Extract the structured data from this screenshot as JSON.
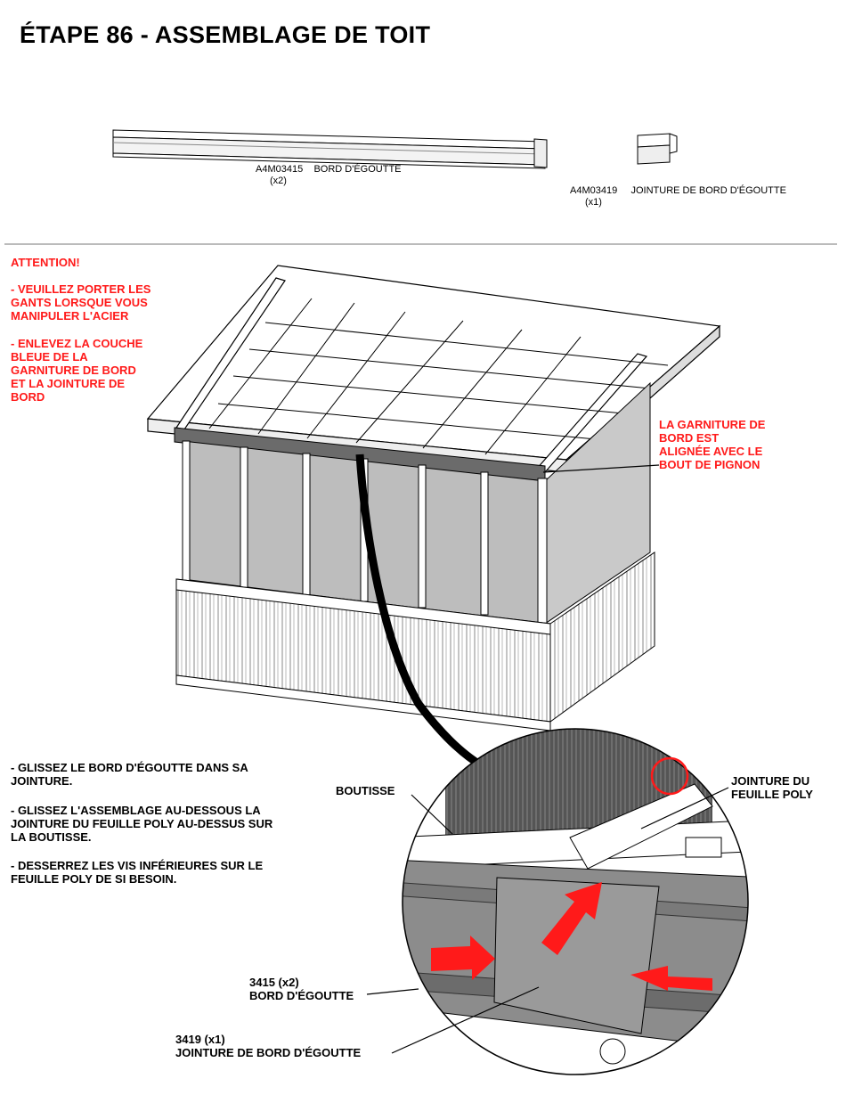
{
  "page": {
    "title": "ÉTAPE 86 - ASSEMBLAGE DE TOIT"
  },
  "parts": [
    {
      "code": "A4M03415",
      "name": "BORD D'ÉGOUTTE",
      "qty": "(x2)"
    },
    {
      "code": "A4M03419",
      "name": "JOINTURE DE BORD D'ÉGOUTTE",
      "qty": "(x1)"
    }
  ],
  "warnings": {
    "heading": "ATTENTION!",
    "lines_1": [
      "- VEUILLEZ PORTER LES",
      "GANTS LORSQUE VOUS",
      "MANIPULER L'ACIER"
    ],
    "lines_2": [
      "- ENLEVEZ LA COUCHE",
      "BLEUE DE LA",
      "GARNITURE DE BORD",
      "ET LA JOINTURE DE",
      "BORD"
    ]
  },
  "alignment_note": [
    "LA GARNITURE DE",
    "BORD EST",
    "ALIGNÉE AVEC LE",
    "BOUT DE PIGNON"
  ],
  "instructions": {
    "step_1": [
      "- GLISSEZ LE BORD D'ÉGOUTTE DANS SA",
      "JOINTURE."
    ],
    "step_2": [
      "- GLISSEZ L'ASSEMBLAGE AU-DESSOUS LA",
      "JOINTURE DU FEUILLE POLY AU-DESSUS SUR",
      "LA BOUTISSE."
    ],
    "step_3": [
      "- DESSERREZ LES VIS INFÉRIEURES SUR LE",
      "FEUILLE POLY DE SI BESOIN."
    ]
  },
  "callouts": {
    "boutisse": "BOUTISSE",
    "poly_joint": [
      "JOINTURE DU",
      "FEUILLE POLY"
    ],
    "drip_edge": {
      "qty": "3415 (x2)",
      "name": "BORD D'ÉGOUTTE"
    },
    "drip_joint": {
      "qty": "3419 (x1)",
      "name": "JOINTURE DE BORD D'ÉGOUTTE"
    }
  },
  "colors": {
    "accent_red": "#ff1a1a",
    "line": "#000000",
    "panel_gray": "#9a9a9a"
  }
}
